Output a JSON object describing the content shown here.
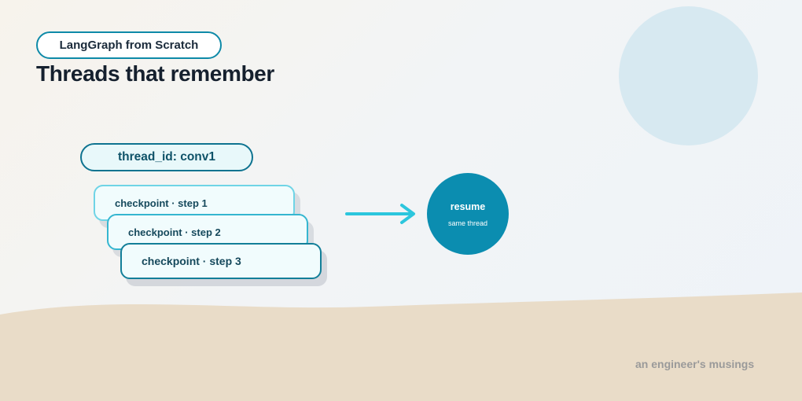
{
  "tag": "LangGraph from Scratch",
  "title": "Threads that remember",
  "thread_label": "thread_id: conv1",
  "checkpoints": [
    {
      "label": "checkpoint · step 1"
    },
    {
      "label": "checkpoint · step 2"
    },
    {
      "label": "checkpoint · step 3"
    }
  ],
  "resume": {
    "title": "resume",
    "subtitle": "same thread"
  },
  "footer": "an engineer's musings",
  "colors": {
    "accent": "#0b8db0",
    "arrow": "#2cc6dd",
    "sand": "#e9dcc8",
    "sun": "#d7e9f1",
    "heading": "#15202e"
  }
}
